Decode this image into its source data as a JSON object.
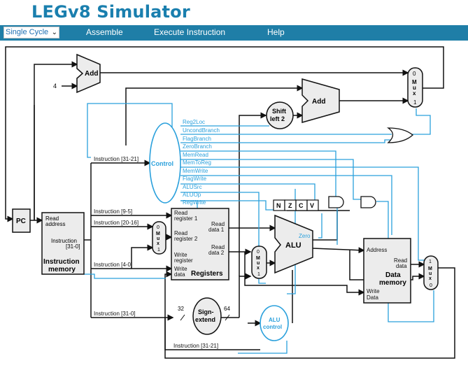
{
  "app": {
    "title": "LEGv8 Simulator"
  },
  "nav": {
    "mode_selected": "Single Cycle",
    "links": [
      "Assemble",
      "Execute Instruction",
      "Help"
    ]
  },
  "colors": {
    "header": "#1f7ea7",
    "title": "#1a7fae",
    "control_line": "#2aa0dc",
    "datapath": "#111111",
    "unit_fill": "#ececec"
  },
  "diagram": {
    "add_top": "Add",
    "const_four": "4",
    "add_branch": "Add",
    "mux_top": [
      "0",
      "M",
      "u",
      "x",
      "1"
    ],
    "shift_left": [
      "Shift",
      "left 2"
    ],
    "pc": "PC",
    "instr_mem": {
      "read": "Read",
      "address": "address",
      "instruction": "Instruction",
      "bits": "[31-0]",
      "title1": "Instruction",
      "title2": "memory"
    },
    "control": "Control",
    "control_signals": [
      "Reg2Loc",
      "UncondBranch",
      "FlagBranch",
      "ZeroBranch",
      "MemRead",
      "MemToReg",
      "MemWrite",
      "FlagWrite",
      "ALUSrc",
      "ALUOp",
      "RegWrite"
    ],
    "instr_fields": [
      "Instruction [31-21]",
      "Instruction [9-5]",
      "Instruction [20-16]",
      "Instruction [4-0]",
      "Instruction [31-0]",
      "Instruction [31-21]"
    ],
    "registers": {
      "read_reg1a": "Read",
      "read_reg1b": "register 1",
      "read_reg2a": "Read",
      "read_reg2b": "register 2",
      "write_reg_a": "Write",
      "write_reg_b": "register",
      "write_data_a": "Write",
      "write_data_b": "data",
      "read_data1_a": "Read",
      "read_data1_b": "data 1",
      "read_data2_a": "Read",
      "read_data2_b": "data 2",
      "title": "Registers"
    },
    "mux_reg": [
      "0",
      "M",
      "u",
      "x",
      "1"
    ],
    "mux_alu": [
      "0",
      "M",
      "u",
      "x",
      "1"
    ],
    "flags": [
      "N",
      "Z",
      "C",
      "V"
    ],
    "alu": "ALU",
    "zero": "Zero",
    "sign_extend": [
      "Sign-",
      "extend"
    ],
    "bits_32": "32",
    "bits_64": "64",
    "alu_control": [
      "ALU",
      "control"
    ],
    "data_mem": {
      "address": "Address",
      "read_a": "Read",
      "read_b": "data",
      "title1": "Data",
      "title2": "memory",
      "write_a": "Write",
      "write_b": "Data"
    },
    "mux_mem": [
      "1",
      "M",
      "u",
      "x",
      "0"
    ]
  }
}
